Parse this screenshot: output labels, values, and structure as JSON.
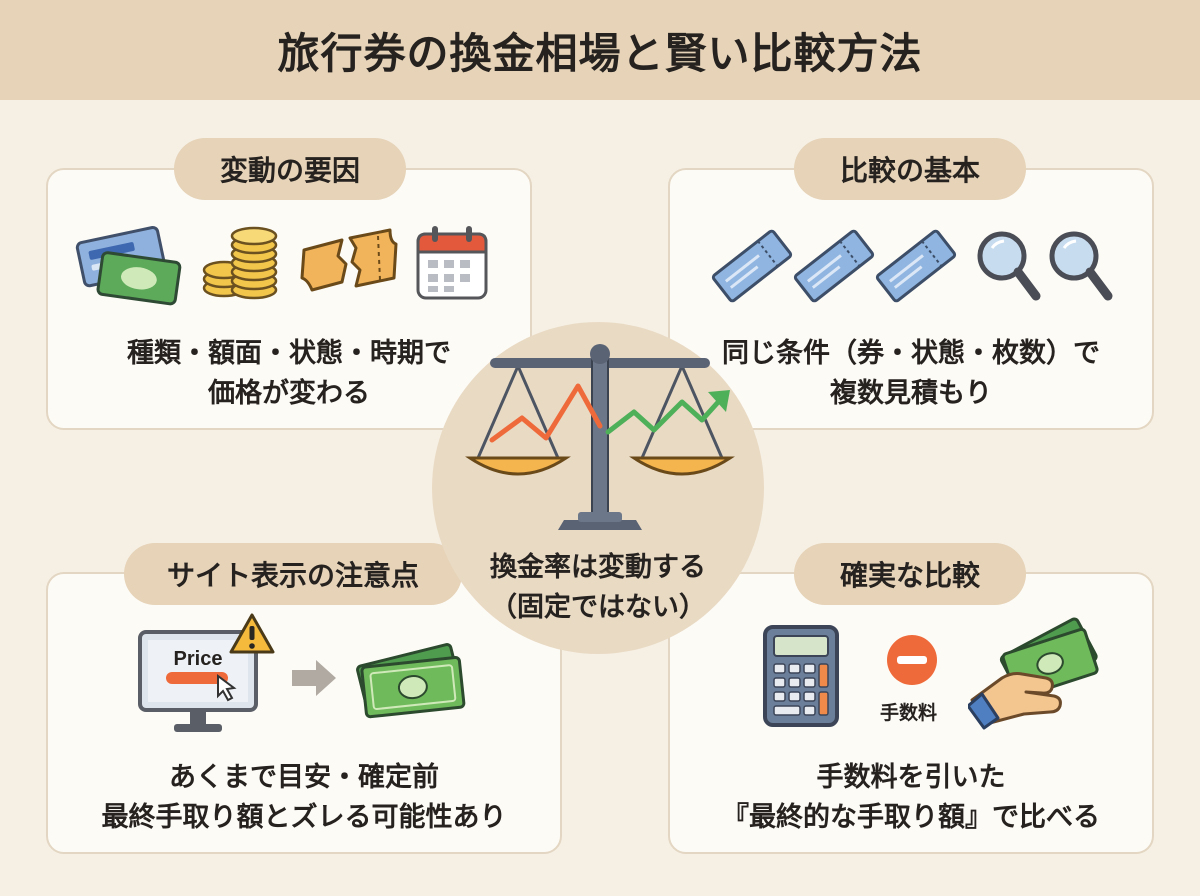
{
  "title": "旅行券の換金相場と賢い比較方法",
  "top_left": {
    "heading": "変動の要因",
    "lines": [
      "種類・額面・状態・時期で",
      "価格が変わる"
    ]
  },
  "top_right": {
    "heading": "比較の基本",
    "lines": [
      "同じ条件（券・状態・枚数）で",
      "複数見積もり"
    ]
  },
  "bottom_left": {
    "heading": "サイト表示の注意点",
    "price_label": "Price",
    "lines": [
      "あくまで目安・確定前",
      "最終手取り額とズレる可能性あり"
    ]
  },
  "bottom_right": {
    "heading": "確実な比較",
    "fee_label": "手数料",
    "lines": [
      "手数料を引いた",
      "『最終的な手取り額』で比べる"
    ]
  },
  "center": {
    "lines": [
      "換金率は変動する",
      "（固定ではない）"
    ]
  },
  "icons": {
    "top_left": [
      "tickets-icon",
      "coins-icon",
      "torn-ticket-icon",
      "calendar-icon"
    ],
    "top_right": [
      "ticket-icon",
      "ticket-icon",
      "ticket-icon",
      "magnifier-icon",
      "magnifier-icon"
    ],
    "bottom_left": [
      "monitor-price-icon",
      "warning-icon",
      "arrow-right-icon",
      "banknotes-icon"
    ],
    "bottom_right": [
      "calculator-icon",
      "minus-icon",
      "hand-money-icon"
    ],
    "center": [
      "balance-scale-icon",
      "trend-line-icon"
    ]
  }
}
